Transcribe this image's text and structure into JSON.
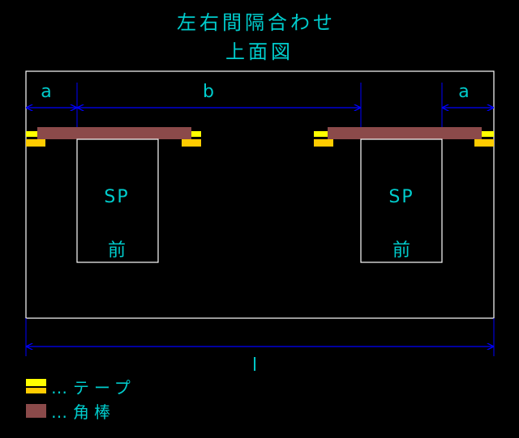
{
  "title_line1": "左右間隔合わせ",
  "title_line2": "上面図",
  "dimensions": {
    "a_left": "a",
    "b": "b",
    "a_right": "a",
    "total": "l"
  },
  "speakers": [
    {
      "label_sp": "SP",
      "label_front": "前"
    },
    {
      "label_sp": "SP",
      "label_front": "前"
    }
  ],
  "legend": [
    {
      "marker": "…",
      "text": "テープ",
      "color": "#ffff00",
      "outline": "#ffcc00"
    },
    {
      "marker": "…",
      "text": "角棒",
      "color": "#8b4a4a"
    }
  ],
  "colors": {
    "background": "#000000",
    "outline": "#ffffff",
    "text": "#00cccc",
    "dimension": "#0000ff",
    "tape": "#ffff00",
    "tape_edge": "#ffcc00",
    "bar": "#8b4a4a"
  }
}
